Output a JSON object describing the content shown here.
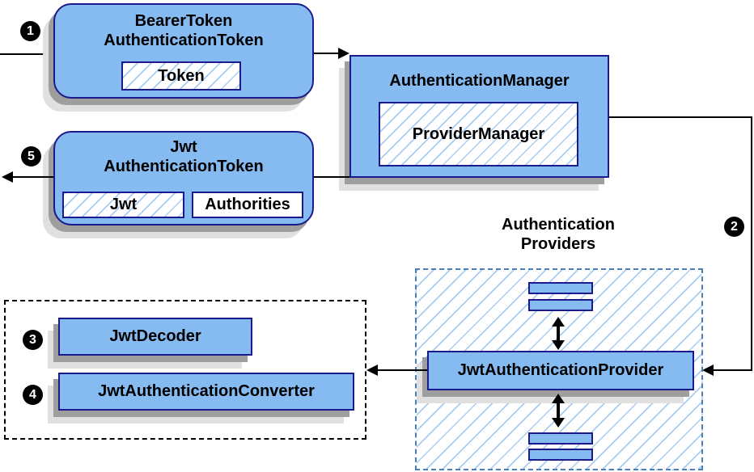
{
  "diagram": {
    "badges": {
      "step1": "1",
      "step2": "2",
      "step3": "3",
      "step4": "4",
      "step5": "5"
    },
    "nodes": {
      "bearer_token": {
        "title_line1": "BearerToken",
        "title_line2": "AuthenticationToken",
        "token_chip": "Token"
      },
      "authentication_manager": {
        "title": "AuthenticationManager",
        "provider_manager_chip": "ProviderManager"
      },
      "jwt_authentication_token": {
        "title_line1": "Jwt",
        "title_line2": "AuthenticationToken",
        "jwt_chip": "Jwt",
        "authorities_chip": "Authorities"
      },
      "jwt_authentication_provider": {
        "title": "JwtAuthenticationProvider"
      },
      "jwt_decoder": {
        "title": "JwtDecoder"
      },
      "jwt_authentication_converter": {
        "title": "JwtAuthenticationConverter"
      }
    },
    "groups": {
      "authentication_providers": {
        "title_line1": "Authentication",
        "title_line2": "Providers"
      }
    },
    "colors": {
      "node_fill": "#85bbf0",
      "node_border": "#1a1a8c",
      "hatch": "#a9ccf3",
      "providers_border": "#4a7ebb",
      "shadow_dark": "#9e9e9e",
      "shadow_light": "#e0e0e0"
    }
  }
}
